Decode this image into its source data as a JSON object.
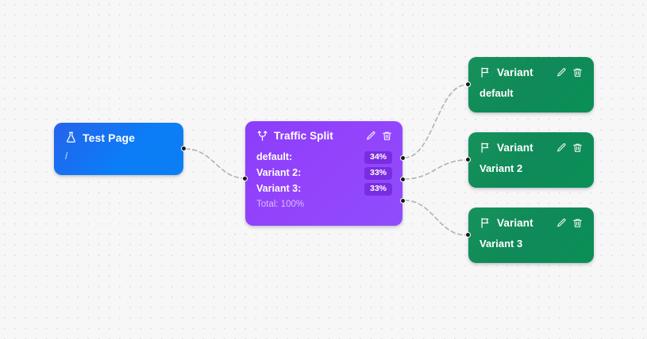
{
  "canvas": {
    "background_color": "#f7f7f8",
    "dot_color": "#dcdce1",
    "edge_color": "#b1b1b7"
  },
  "nodes": {
    "test_page": {
      "title": "Test Page",
      "subline": "/",
      "icon": "flask-icon",
      "color": "#0b7ff5"
    },
    "traffic_split": {
      "title": "Traffic Split",
      "icon": "split-icon",
      "edit_label": "edit-icon",
      "delete_label": "trash-icon",
      "rows": [
        {
          "label": "default:",
          "percent": "34%"
        },
        {
          "label": "Variant 2:",
          "percent": "33%"
        },
        {
          "label": "Variant 3:",
          "percent": "33%"
        }
      ],
      "total": "Total: 100%",
      "color": "#9343fb",
      "badge_color": "#7a2ce0"
    },
    "variants": [
      {
        "title": "Variant",
        "name": "default",
        "icon": "flag-icon",
        "color": "#0f8a58"
      },
      {
        "title": "Variant",
        "name": "Variant 2",
        "icon": "flag-icon",
        "color": "#0f8a58"
      },
      {
        "title": "Variant",
        "name": "Variant 3",
        "icon": "flag-icon",
        "color": "#0f8a58"
      }
    ]
  },
  "edges": [
    {
      "from": "test-page",
      "to": "traffic-split"
    },
    {
      "from": "traffic-split-0",
      "to": "variant-default"
    },
    {
      "from": "traffic-split-1",
      "to": "variant-2"
    },
    {
      "from": "traffic-split-2",
      "to": "variant-3"
    }
  ]
}
